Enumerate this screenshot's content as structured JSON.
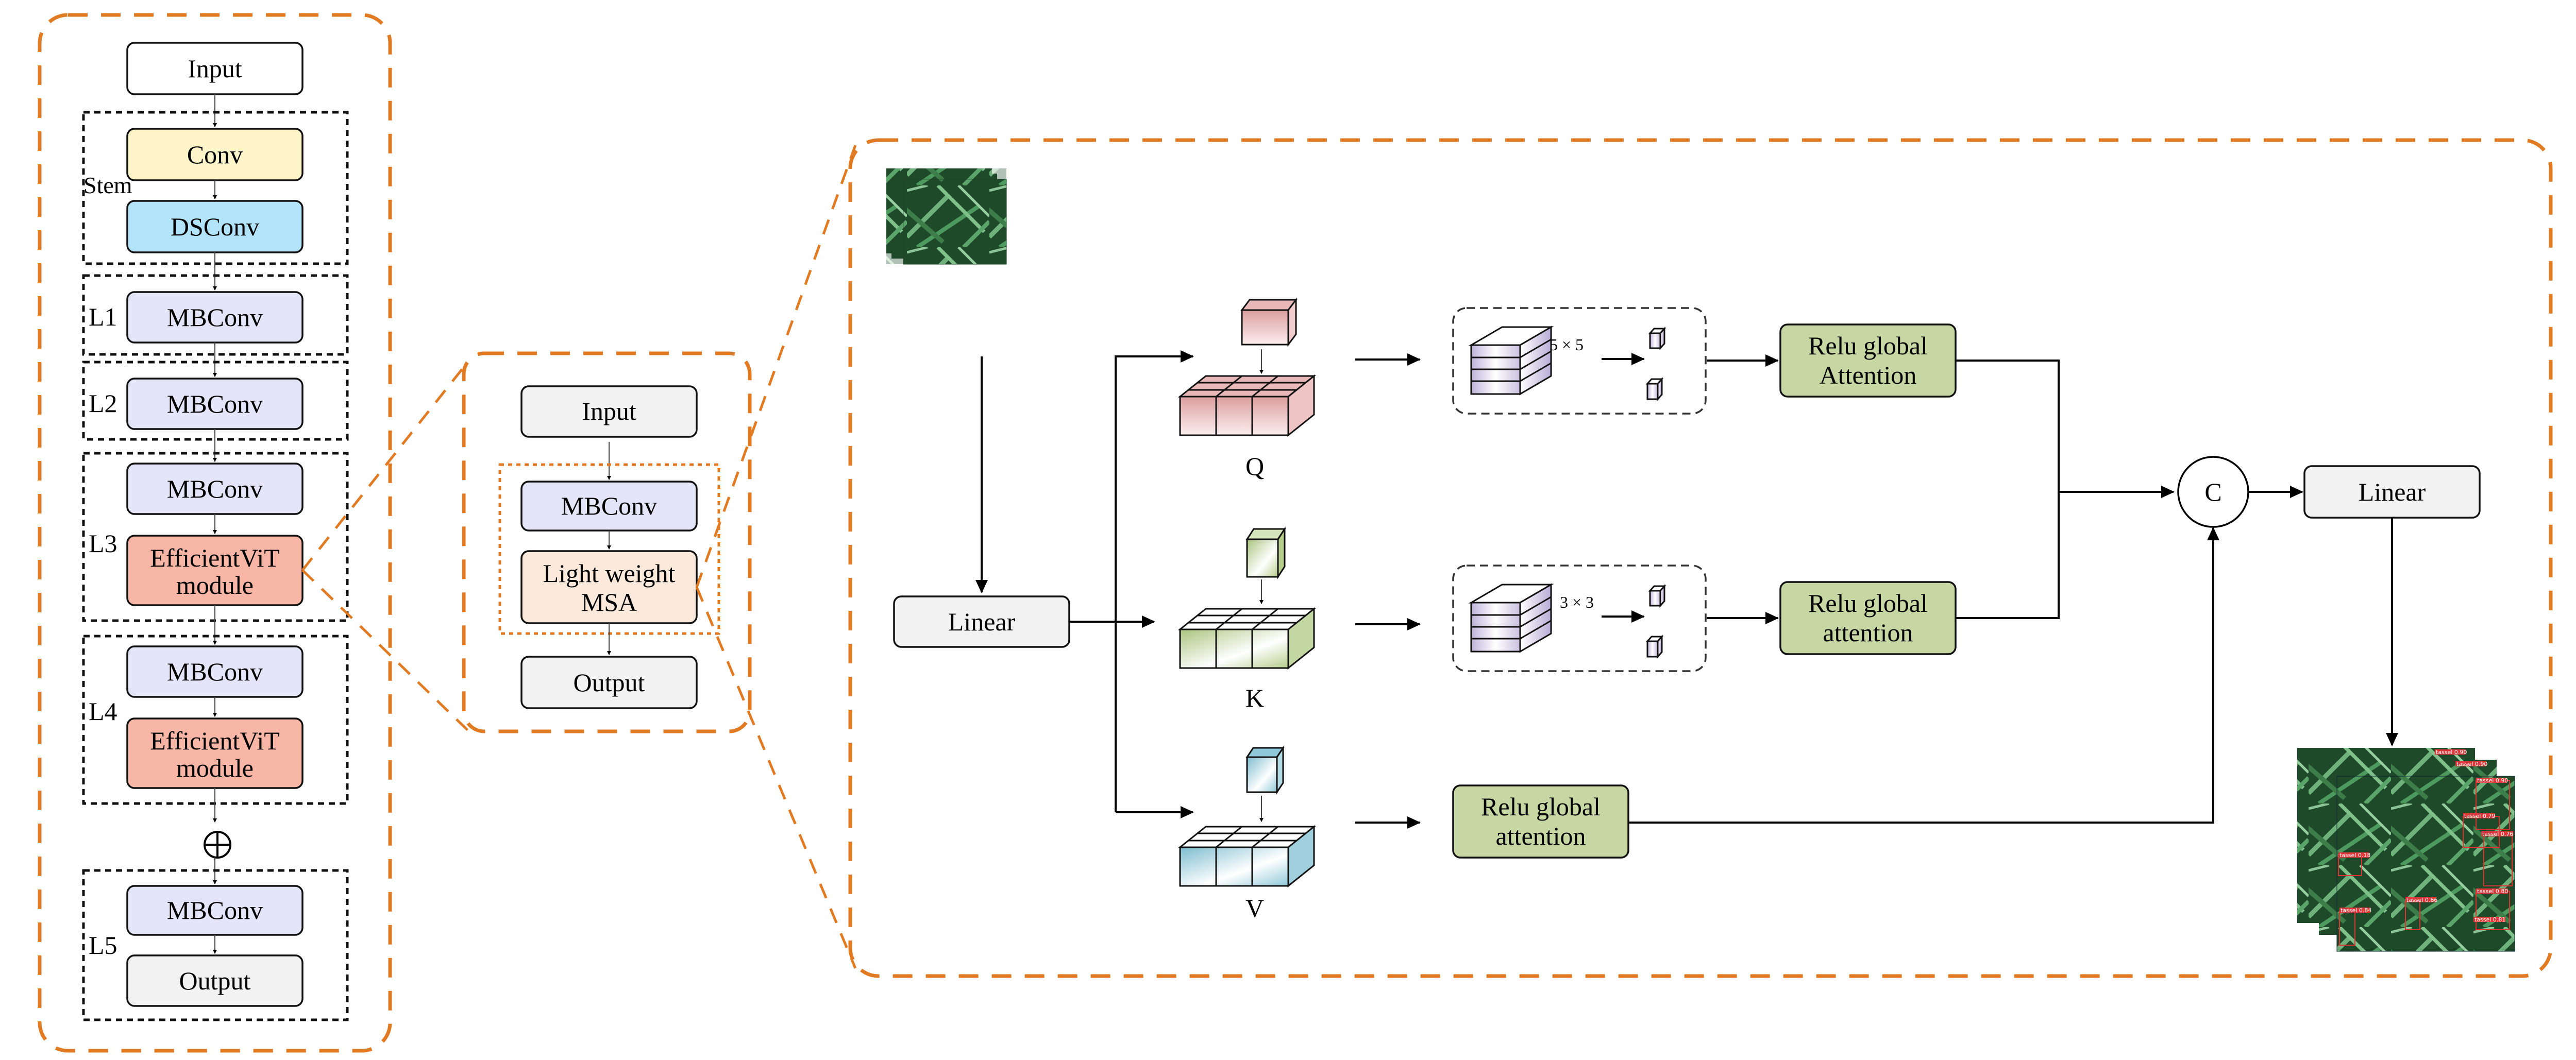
{
  "colors": {
    "accent_orange": "#e07b24",
    "input_box": "#ffffff",
    "conv": "#fdf5c9",
    "dsconv": "#b3e3f9",
    "mbconv": "#e5e5f9",
    "efficientvit": "#f7b6a6",
    "lightweight_msa": "#fbe9db",
    "output": "#f2f2f2",
    "relu_attention": "#c6d7a3",
    "linear": "#f2f2f2",
    "q_cube": "#e3a9a9",
    "k_cube": "#b5ce8c",
    "v_cube": "#8fc8d8",
    "feature_cube": "#c9c0df"
  },
  "backbone": {
    "input_label": "Input",
    "stem": {
      "label": "Stem",
      "blocks": [
        "Conv",
        "DSConv"
      ]
    },
    "stages": [
      {
        "label": "L1",
        "blocks": [
          "MBConv"
        ]
      },
      {
        "label": "L2",
        "blocks": [
          "MBConv"
        ]
      },
      {
        "label": "L3",
        "blocks": [
          "MBConv",
          "EfficientViT module"
        ]
      },
      {
        "label": "L4",
        "blocks": [
          "MBConv",
          "EfficientViT module"
        ]
      },
      {
        "label": "L5",
        "blocks": [
          "MBConv",
          "Output"
        ]
      }
    ],
    "sum_symbol": "⊕",
    "efficientvit_line1": "EfficientViT",
    "efficientvit_line2": "module"
  },
  "module_detail": {
    "input_label": "Input",
    "mbconv_label": "MBConv",
    "msa_line1": "Light weight",
    "msa_line2": "MSA",
    "output_label": "Output"
  },
  "attention_detail": {
    "linear_in_label": "Linear",
    "branches": [
      {
        "name": "Q",
        "kernel": "5 × 5",
        "attention_line1": "Relu global",
        "attention_line2": "Attention"
      },
      {
        "name": "K",
        "kernel": "3 × 3",
        "attention_line1": "Relu global",
        "attention_line2": "attention"
      },
      {
        "name": "V",
        "kernel": "",
        "attention_line1": "Relu global",
        "attention_line2": "attention"
      }
    ],
    "concat_label": "C",
    "linear_out_label": "Linear",
    "input_image": "crop-field-image-stack",
    "output_image": "detection-result-image-stack",
    "detections": [
      "tassel 0.90",
      "tassel 0.90",
      "tassel 0.90",
      "tassel 0.79",
      "tassel 0.76",
      "tassel 0.18",
      "tassel 0.66",
      "tassel 0.84",
      "tassel 0.80",
      "tassel 0.81"
    ]
  }
}
